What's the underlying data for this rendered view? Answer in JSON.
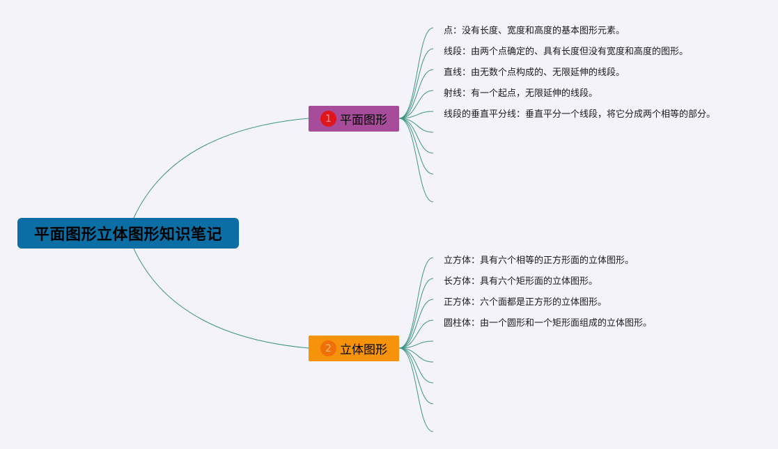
{
  "root": {
    "label": "平面图形立体图形知识笔记",
    "color": "#0b6fa6"
  },
  "branches": [
    {
      "number": "1",
      "label": "平面图形",
      "color": "#a64c9a",
      "badge_color": "#e0161c",
      "badge_text_color": "#f7a3a3",
      "leaves": [
        "点：没有长度、宽度和高度的基本图形元素。",
        "线段：由两个点确定的、具有长度但没有宽度和高度的图形。",
        "直线：由无数个点构成的、无限延伸的线段。",
        "射线：有一个起点，无限延伸的线段。",
        "线段的垂直平分线：垂直平分一个线段，将它分成两个相等的部分。"
      ]
    },
    {
      "number": "2",
      "label": "立体图形",
      "color": "#f7930a",
      "badge_color": "#f07008",
      "badge_text_color": "#fbc27a",
      "leaves": [
        "立方体：具有六个相等的正方形面的立体图形。",
        "长方体：具有六个矩形面的立体图形。",
        "正方体：六个面都是正方形的立体图形。",
        "圆柱体：由一个圆形和一个矩形面组成的立体图形。"
      ]
    }
  ],
  "line_color": "#3e9486"
}
